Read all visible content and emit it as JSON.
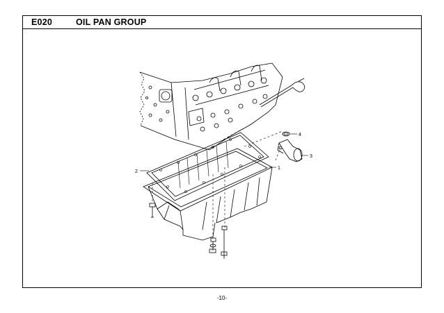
{
  "header": {
    "code": "E020",
    "title": "OIL PAN GROUP"
  },
  "callouts": [
    {
      "id": "1",
      "label": "1"
    },
    {
      "id": "2",
      "label": "2"
    },
    {
      "id": "3",
      "label": "3"
    },
    {
      "id": "4",
      "label": "4"
    }
  ],
  "footer": {
    "page_number": "-10-"
  }
}
